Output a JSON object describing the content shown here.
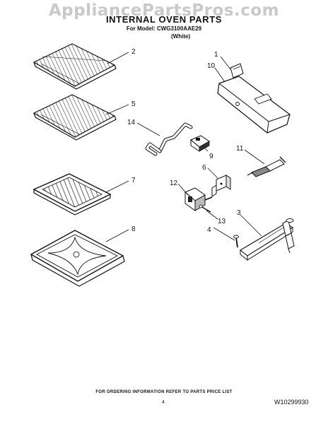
{
  "watermark": "AppliancePartsPros.com",
  "header": {
    "title": "INTERNAL OVEN PARTS",
    "model": "For Model: CWG3100AAE29",
    "variant": "(White)"
  },
  "parts": [
    {
      "id": "rack-upper",
      "number": "2"
    },
    {
      "id": "rack-lower",
      "number": "5"
    },
    {
      "id": "broiler-grid",
      "number": "7"
    },
    {
      "id": "broiler-pan",
      "number": "8"
    },
    {
      "id": "clip",
      "number": "1"
    },
    {
      "id": "bracket-cover",
      "number": "10"
    },
    {
      "id": "tube",
      "number": "14"
    },
    {
      "id": "thermostat",
      "number": "9"
    },
    {
      "id": "igniter",
      "number": "11"
    },
    {
      "id": "bracket",
      "number": "6"
    },
    {
      "id": "valve",
      "number": "12"
    },
    {
      "id": "valve-screw",
      "number": "13"
    },
    {
      "id": "screw",
      "number": "4"
    },
    {
      "id": "burner",
      "number": "3"
    }
  ],
  "footer": {
    "note": "FOR ORDERING INFORMATION REFER TO PARTS PRICE LIST",
    "page": "4",
    "doc_number": "W10299930"
  }
}
